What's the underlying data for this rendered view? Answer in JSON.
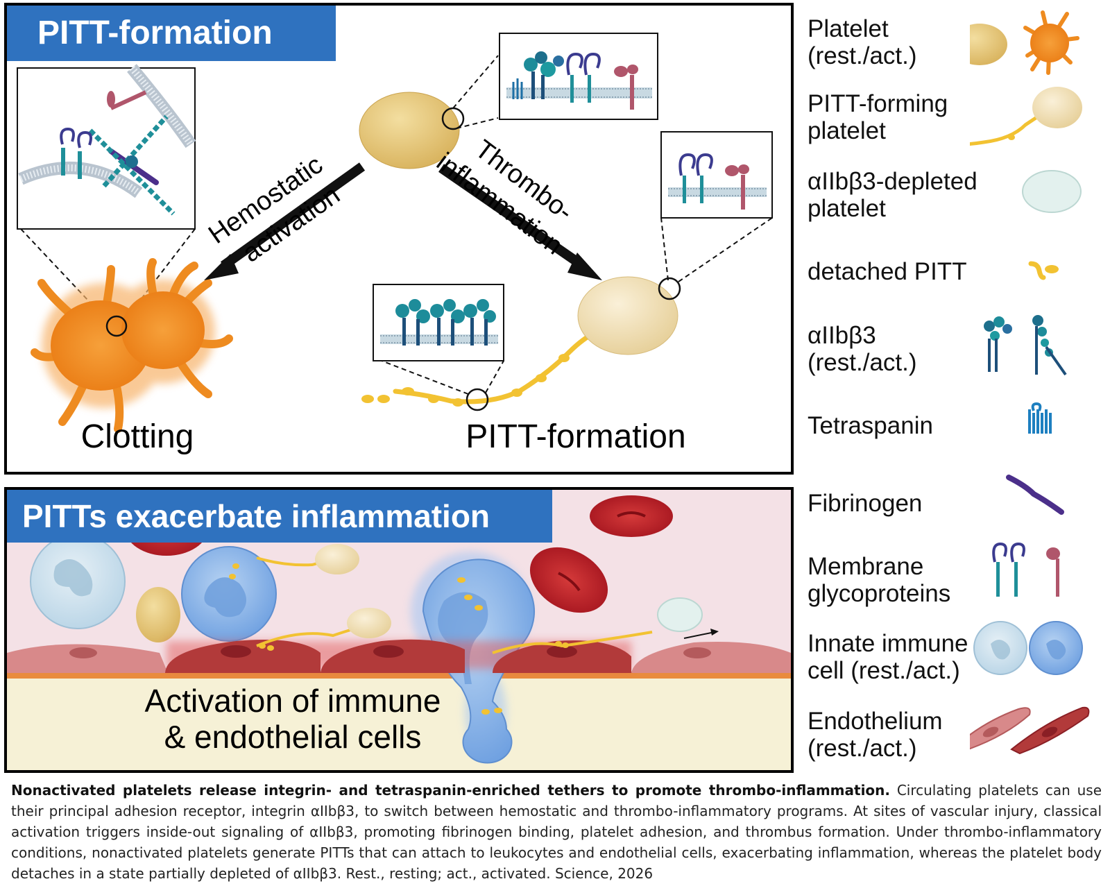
{
  "panel1": {
    "title": "PITT-formation",
    "arrow_left_line1": "Hemostatic",
    "arrow_left_line2": "activation",
    "arrow_right_line1": "Thrombo-",
    "arrow_right_line2": "inflammation",
    "label_left": "Clotting",
    "label_right": "PITT-formation"
  },
  "panel2": {
    "title": "PITTs exacerbate inflammation",
    "label_line1": "Activation of immune",
    "label_line2": "& endothelial cells"
  },
  "legend": [
    {
      "label": "Platelet\n(rest./act.)",
      "icon": "platelet-icon"
    },
    {
      "label": "PITT-forming\nplatelet",
      "icon": "pitt-forming-platelet-icon"
    },
    {
      "label": "αIIbβ3-depleted\nplatelet",
      "icon": "depleted-platelet-icon"
    },
    {
      "label": "detached PITT",
      "icon": "detached-pitt-icon"
    },
    {
      "label": "αIIbβ3\n(rest./act.)",
      "icon": "integrin-icon"
    },
    {
      "label": "Tetraspanin",
      "icon": "tetraspanin-icon"
    },
    {
      "label": "Fibrinogen",
      "icon": "fibrinogen-icon"
    },
    {
      "label": "Membrane\nglycoproteins",
      "icon": "glycoprotein-icon"
    },
    {
      "label": "Innate immune\ncell (rest./act.)",
      "icon": "immune-cell-icon"
    },
    {
      "label": "Endothelium\n(rest./act.)",
      "icon": "endothelium-icon"
    }
  ],
  "caption": {
    "bold": "Nonactivated platelets release integrin- and tetraspanin-enriched tethers to promote thrombo-inflammation.",
    "body": " Circulating platelets can use their principal adhesion receptor, integrin αIIbβ3, to switch between hemostatic and thrombo-inflammatory programs. At sites of vascular injury, classical activation triggers inside-out signaling of αIIbβ3, promoting fibrinogen binding, platelet adhesion, and thrombus formation. Under thrombo-inflammatory conditions, nonactivated platelets generate PITTs that can attach to leukocytes and endothelial cells, exacerbating inflammation, whereas the platelet body detaches in a state partially depleted of αIIbβ3. Rest., resting; act., activated. Science, 2026"
  },
  "colors": {
    "title_blue": "#2f72bf",
    "platelet_rest": "#e8c97a",
    "platelet_pitt": "#f3e3bf",
    "platelet_depleted": "#e3f1ee",
    "activated_orange": "#f08a1c",
    "pitt_yellow": "#f2c232",
    "rbc_red": "#b3202a",
    "endo_rest": "#d8898a",
    "endo_act": "#b23a3a",
    "vessel_bg": "#f4e1e6",
    "tissue_bg": "#f6f1d6",
    "immune_rest": "#cfe2ee",
    "immune_act": "#8db6e6"
  }
}
